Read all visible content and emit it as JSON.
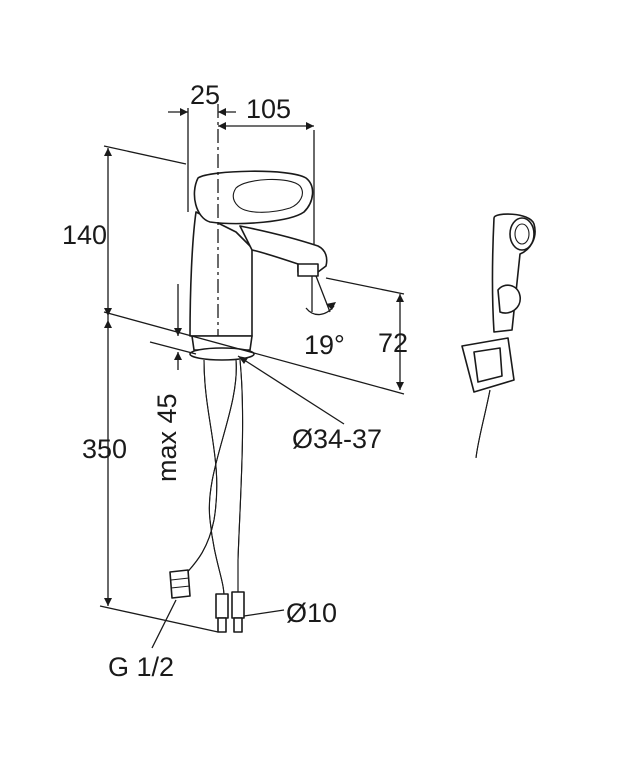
{
  "dimensions": {
    "spout_offset": "25",
    "spout_reach": "105",
    "body_height": "140",
    "spout_height": "72",
    "spout_angle": "19°",
    "mount_hole": "Ø34-37",
    "deck_thickness": "max 45",
    "hose_length": "350",
    "hose_connection": "G 1/2",
    "hose_diameter": "Ø10"
  },
  "colors": {
    "line": "#1a1a1a",
    "background": "#ffffff"
  }
}
